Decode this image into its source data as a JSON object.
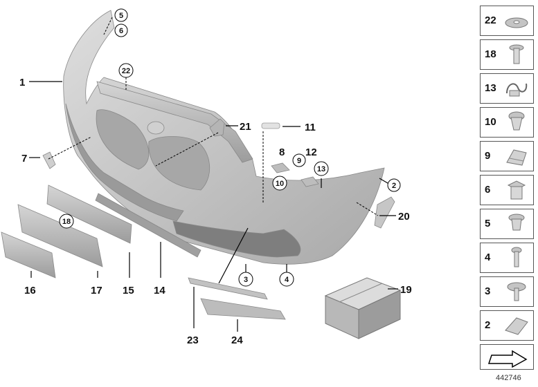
{
  "diagram": {
    "callouts": [
      "1",
      "2",
      "3",
      "4",
      "5",
      "6",
      "7",
      "8",
      "9",
      "10",
      "11",
      "12",
      "13",
      "14",
      "15",
      "16",
      "17",
      "18",
      "19",
      "20",
      "21",
      "22",
      "23",
      "24"
    ],
    "side_panel": [
      "22",
      "18",
      "13",
      "10",
      "9",
      "6",
      "5",
      "4",
      "3",
      "2"
    ],
    "footer_code": "442746",
    "colors": {
      "part_fill": "#c9c9c9",
      "part_dark": "#8f8f8f",
      "line": "#000000"
    }
  }
}
